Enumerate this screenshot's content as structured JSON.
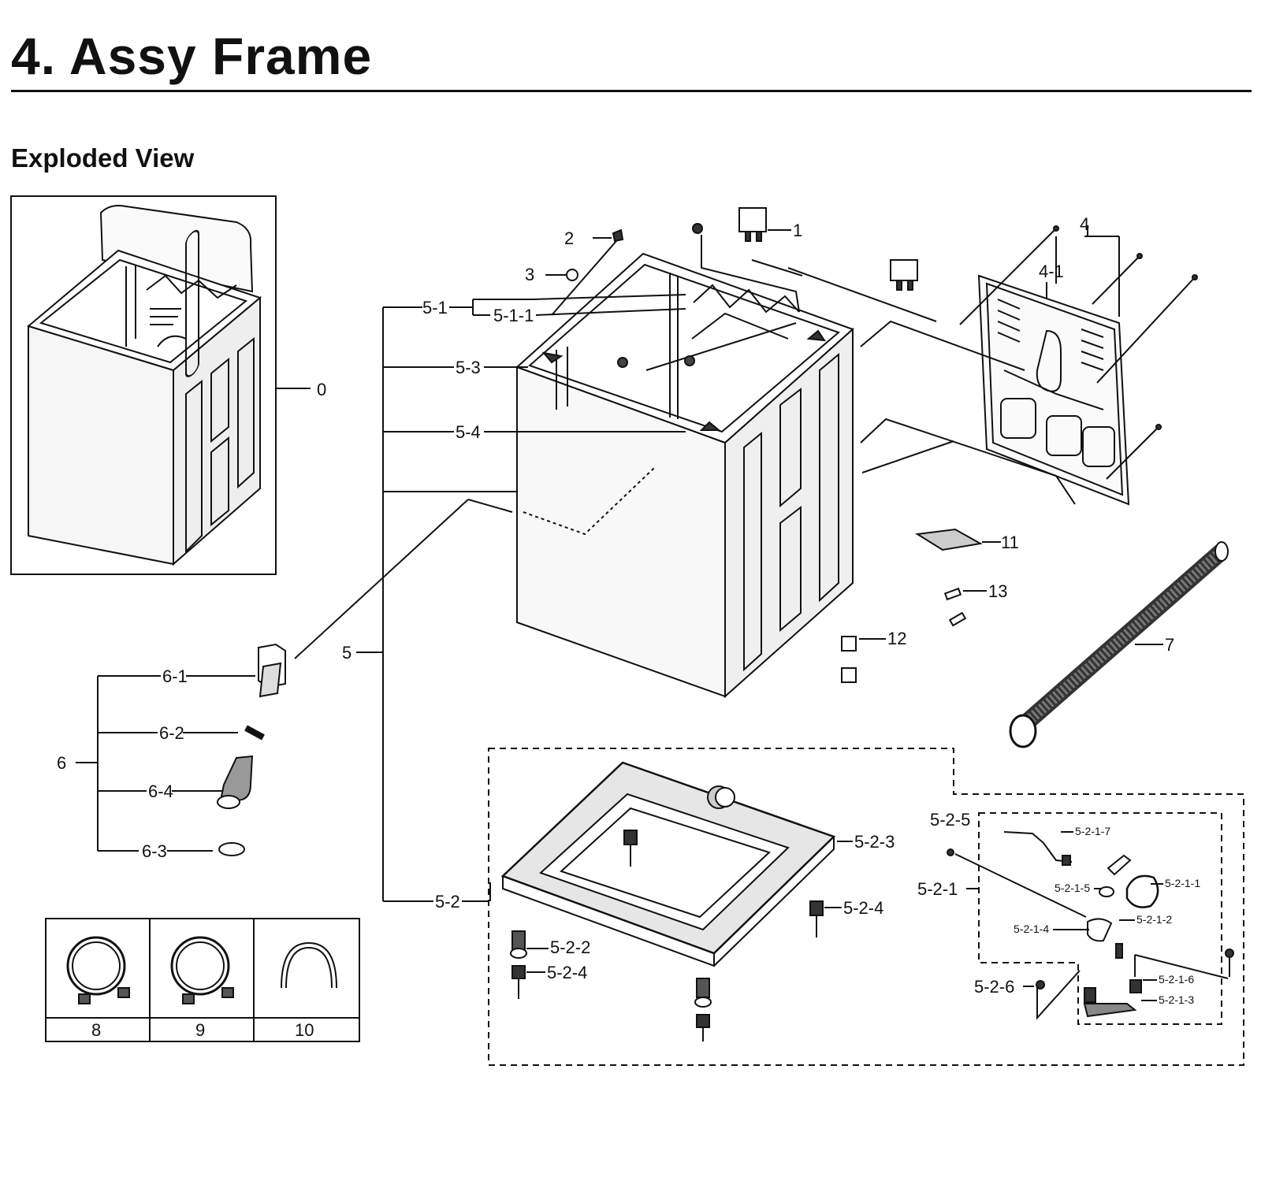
{
  "header": {
    "title": "4.  Assy Frame",
    "subtitle": "Exploded View"
  },
  "colors": {
    "ink": "#111111",
    "paper": "#ffffff",
    "fill": "#f4f4f4",
    "dark": "#333333"
  },
  "labels": {
    "l0": "0",
    "l1": "1",
    "l2": "2",
    "l3": "3",
    "l4": "4",
    "l4_1": "4-1",
    "l5": "5",
    "l5_1": "5-1",
    "l5_1_1": "5-1-1",
    "l5_2": "5-2",
    "l5_2_1": "5-2-1",
    "l5_2_1_1": "5-2-1-1",
    "l5_2_1_2": "5-2-1-2",
    "l5_2_1_3": "5-2-1-3",
    "l5_2_1_4": "5-2-1-4",
    "l5_2_1_5": "5-2-1-5",
    "l5_2_1_6": "5-2-1-6",
    "l5_2_1_7": "5-2-1-7",
    "l5_2_2": "5-2-2",
    "l5_2_3": "5-2-3",
    "l5_2_4a": "5-2-4",
    "l5_2_4b": "5-2-4",
    "l5_2_5": "5-2-5",
    "l5_2_6": "5-2-6",
    "l5_3": "5-3",
    "l5_4": "5-4",
    "l6": "6",
    "l6_1": "6-1",
    "l6_2": "6-2",
    "l6_3": "6-3",
    "l6_4": "6-4",
    "l7": "7",
    "l11": "11",
    "l12": "12",
    "l13": "13"
  },
  "accessories": [
    "8",
    "9",
    "10"
  ]
}
